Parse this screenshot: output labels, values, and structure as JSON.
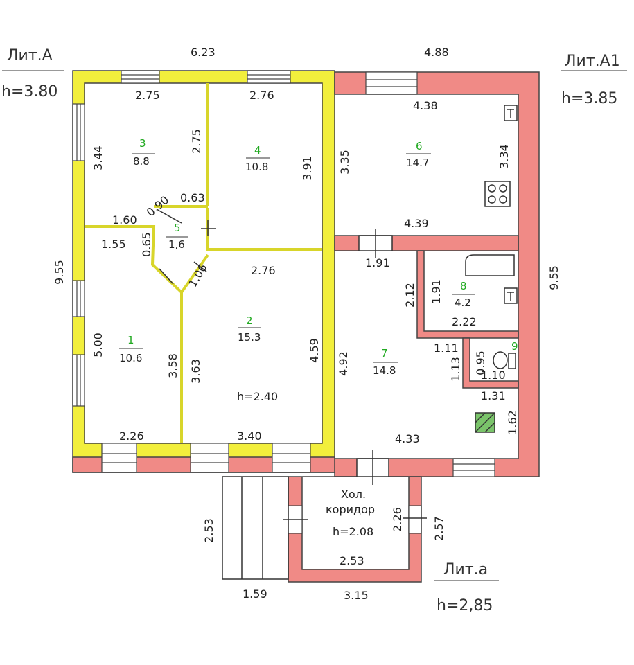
{
  "lit_a": {
    "name": "Лит.А",
    "height": "h=3.80"
  },
  "lit_a1": {
    "name": "Лит.А1",
    "height": "h=3.85"
  },
  "lit_a_small": {
    "name": "Лит.а",
    "height": "h=2,85"
  },
  "corridor": {
    "line1": "Хол.",
    "line2": "коридор",
    "height": "h=2.08"
  },
  "room2_height": "h=2.40",
  "rooms": {
    "r1": {
      "num": "1",
      "area": "10.6"
    },
    "r2": {
      "num": "2",
      "area": "15.3"
    },
    "r3": {
      "num": "3",
      "area": "8.8"
    },
    "r4": {
      "num": "4",
      "area": "10.8"
    },
    "r5": {
      "num": "5",
      "area": "1,6"
    },
    "r6": {
      "num": "6",
      "area": "14.7"
    },
    "r7": {
      "num": "7",
      "area": "14.8"
    },
    "r8": {
      "num": "8",
      "area": "4.2"
    },
    "r9": {
      "num": "9"
    }
  },
  "dims": {
    "top_left": "6.23",
    "top_right": "4.88",
    "left_total": "9.55",
    "right_total": "9.55",
    "r3_top": "2.75",
    "r3_side": "3.44",
    "r3_right": "2.75",
    "r4_top": "2.76",
    "r4_right": "3.91",
    "r5_a": "0.90",
    "r5_b": "0.63",
    "r5_c": "0.65",
    "r5_d": "1.06",
    "r1_top_a": "1.60",
    "r1_top_b": "1.55",
    "r1_side": "5.00",
    "r1_right": "3.58",
    "r1_bottom": "2.26",
    "r2_top": "2.76",
    "r2_left": "3.63",
    "r2_right": "4.59",
    "r2_bottom": "3.40",
    "r6_top": "4.38",
    "r6_left": "3.35",
    "r6_right": "3.34",
    "r6_bottom": "4.39",
    "r7_door": "1.91",
    "r7_left": "4.92",
    "r7_bottom": "4.33",
    "r7_right": "1.62",
    "r8_left": "2.12",
    "r8_right": "1.91",
    "r8_bottom": "2.22",
    "r9_top": "1.11",
    "r9_left": "1.13",
    "r9_inner": "0.95",
    "r9_right": "1.10",
    "r9_bottom": "1.31",
    "porch_left": "2.53",
    "porch_bottom": "1.59",
    "cor_inner": "2.26",
    "cor_right": "2.57",
    "cor_bottom_in": "2.53",
    "cor_bottom": "3.15"
  }
}
